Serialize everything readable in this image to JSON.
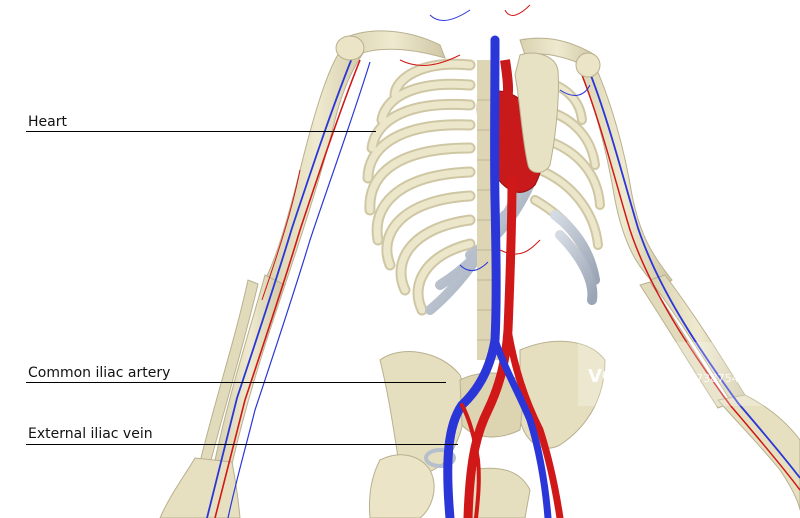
{
  "labels": {
    "heart": "Heart",
    "common_iliac_artery": "Common iliac artery",
    "external_iliac_vein": "External iliac vein"
  },
  "watermark": {
    "logo_text": "VCG",
    "id_text": "VCG41173875425"
  },
  "colors": {
    "bone": "#e8e2c4",
    "bone_shade": "#c9c1a0",
    "artery": "#d01818",
    "vein": "#2a36d8",
    "cartilage": "#b6bfcc",
    "background": "#ffffff"
  }
}
